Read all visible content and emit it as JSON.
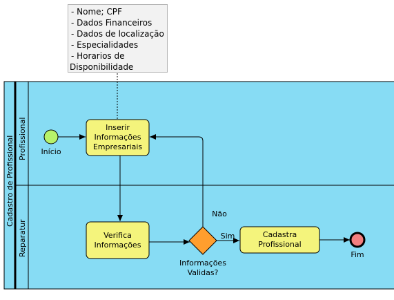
{
  "pool": {
    "name": "Cadastro de Profissional"
  },
  "lanes": [
    {
      "name": "Profissional"
    },
    {
      "name": "Reparatur"
    }
  ],
  "note": {
    "lines": [
      "- Nome; CPF",
      "- Dados Financeiros",
      "- Dados de localização",
      "- Especialidades",
      "- Horarios de",
      "Disponibilidade"
    ]
  },
  "events": {
    "start": {
      "label": "Início"
    },
    "end": {
      "label": "Fim"
    }
  },
  "tasks": {
    "inserir": {
      "line1": "Inserir",
      "line2": "Informações",
      "line3": "Empresariais"
    },
    "verifica": {
      "line1": "Verifica",
      "line2": "Informações"
    },
    "cadastra": {
      "line1": "Cadastra Profissional"
    }
  },
  "gateway": {
    "line1": "Informações",
    "line2": "Validas?"
  },
  "flows": {
    "yes_label": "Sim",
    "no_label": "Não"
  },
  "colors": {
    "lane_fill": "#87dcf4",
    "task_fill": "#f4f47c",
    "start_fill": "#b7f26a",
    "end_fill": "#f27f7f",
    "gateway_fill": "#ff9e2e"
  }
}
